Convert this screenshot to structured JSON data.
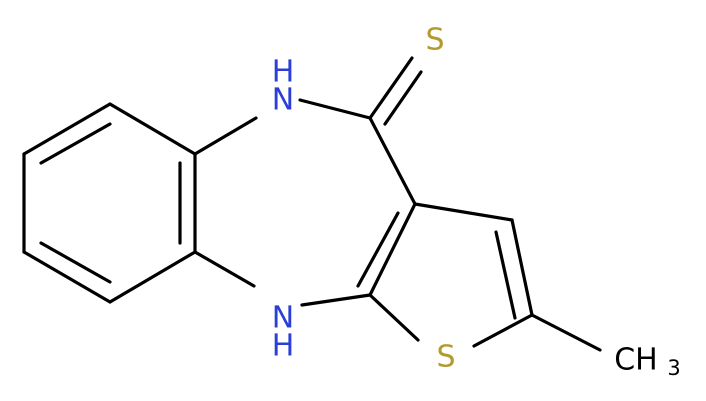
{
  "molecule": {
    "atoms": [
      {
        "id": "s_thione",
        "symbol": "S",
        "color": "#b29a2e"
      },
      {
        "id": "nh_top_n",
        "symbol": "N",
        "color": "#2b3fd6"
      },
      {
        "id": "nh_top_h",
        "symbol": "H",
        "color": "#2b3fd6"
      },
      {
        "id": "nh_bottom_n",
        "symbol": "N",
        "color": "#2b3fd6"
      },
      {
        "id": "nh_bottom_h",
        "symbol": "H",
        "color": "#2b3fd6"
      },
      {
        "id": "s_ring",
        "symbol": "S",
        "color": "#b29a2e"
      },
      {
        "id": "methyl_ch",
        "symbol": "CH",
        "color": "#000000"
      },
      {
        "id": "methyl_sub",
        "symbol": "3",
        "color": "#000000"
      }
    ]
  }
}
